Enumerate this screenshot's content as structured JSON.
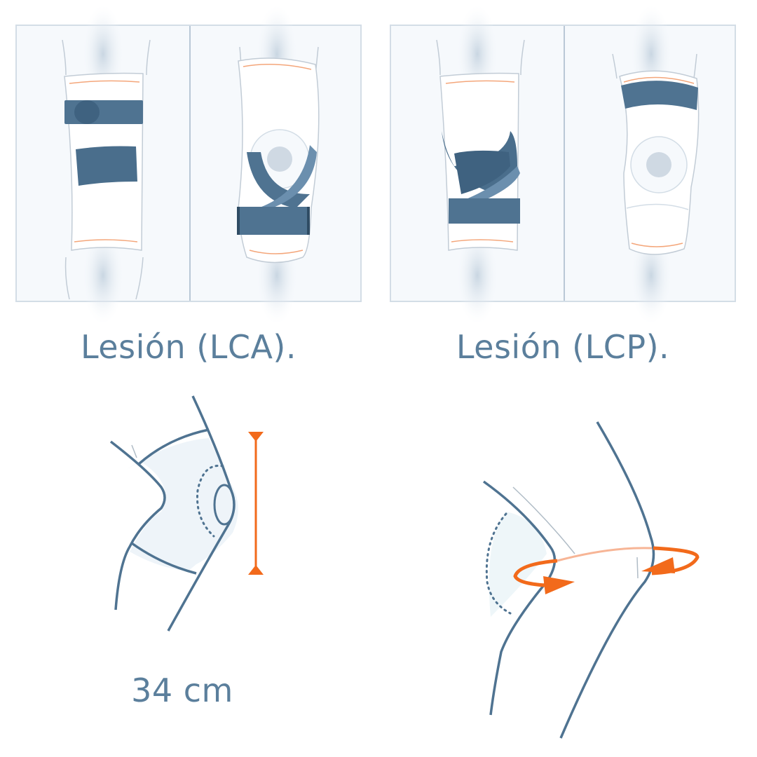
{
  "panels": [
    {
      "id": "lca",
      "label": "Lesión (LCA).",
      "views": [
        "front-view-brace",
        "back-view-brace"
      ]
    },
    {
      "id": "lcp",
      "label": "Lesión (LCP).",
      "views": [
        "front-view-brace",
        "back-view-brace"
      ]
    }
  ],
  "measurement": {
    "value": "34 cm",
    "icon": "vertical-measure-arrow"
  },
  "circumference": {
    "icon": "circumference-rotation-arrows"
  },
  "colors": {
    "strap_dark": "#4a6e8c",
    "strap_mid": "#6b8fae",
    "outline": "#4f7391",
    "accent_orange": "#f26a1b",
    "text": "#5b7f9c",
    "panel_border": "#d3dde6"
  }
}
